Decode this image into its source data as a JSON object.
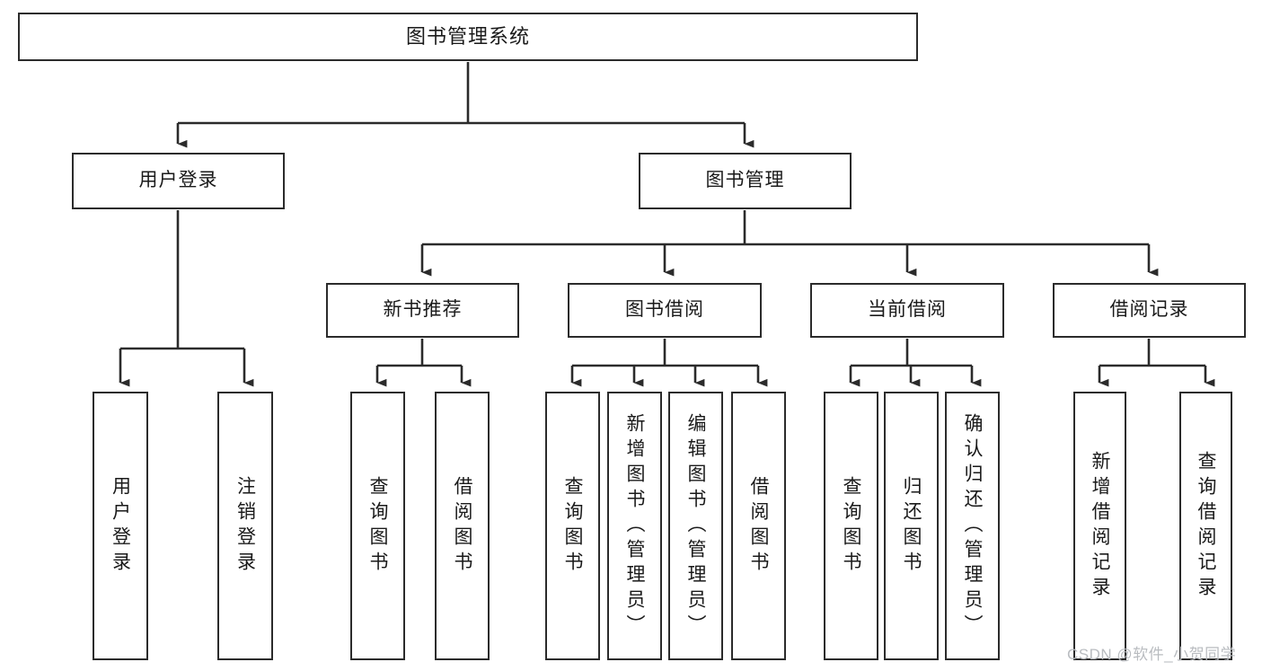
{
  "diagram": {
    "type": "tree",
    "title": "图书管理系统",
    "orientation": "top-down",
    "colors": {
      "box_border": "#2b2b2b",
      "box_fill": "#ffffff",
      "edge": "#2b2b2b",
      "text": "#1a1a1a",
      "watermark": "#b9bcc0",
      "background": "#ffffff"
    },
    "watermark": "CSDN @软件_小贺同学",
    "nodes": {
      "root": {
        "label": "图书管理系统",
        "level": 0,
        "orientation": "horizontal"
      },
      "l1": [
        {
          "label": "用户登录",
          "level": 1,
          "orientation": "horizontal"
        },
        {
          "label": "图书管理",
          "level": 1,
          "orientation": "horizontal"
        }
      ],
      "l2": [
        {
          "label": "新书推荐",
          "level": 2,
          "orientation": "horizontal"
        },
        {
          "label": "图书借阅",
          "level": 2,
          "orientation": "horizontal"
        },
        {
          "label": "当前借阅",
          "level": 2,
          "orientation": "horizontal"
        },
        {
          "label": "借阅记录",
          "level": 2,
          "orientation": "horizontal"
        }
      ],
      "leaves": [
        {
          "label": "用户登录",
          "parent": "用户登录",
          "orientation": "vertical"
        },
        {
          "label": "注销登录",
          "parent": "用户登录",
          "orientation": "vertical"
        },
        {
          "label": "查询图书",
          "parent": "新书推荐",
          "orientation": "vertical"
        },
        {
          "label": "借阅图书",
          "parent": "新书推荐",
          "orientation": "vertical"
        },
        {
          "label": "查询图书",
          "parent": "图书借阅",
          "orientation": "vertical"
        },
        {
          "label": "新增图书（管理员）",
          "parent": "图书借阅",
          "orientation": "vertical"
        },
        {
          "label": "编辑图书（管理员）",
          "parent": "图书借阅",
          "orientation": "vertical"
        },
        {
          "label": "借阅图书",
          "parent": "图书借阅",
          "orientation": "vertical"
        },
        {
          "label": "查询图书",
          "parent": "当前借阅",
          "orientation": "vertical"
        },
        {
          "label": "归还图书",
          "parent": "当前借阅",
          "orientation": "vertical"
        },
        {
          "label": "确认归还（管理员）",
          "parent": "当前借阅",
          "orientation": "vertical"
        },
        {
          "label": "新增借阅记录",
          "parent": "借阅记录",
          "orientation": "vertical"
        },
        {
          "label": "查询借阅记录",
          "parent": "借阅记录",
          "orientation": "vertical"
        }
      ]
    }
  }
}
